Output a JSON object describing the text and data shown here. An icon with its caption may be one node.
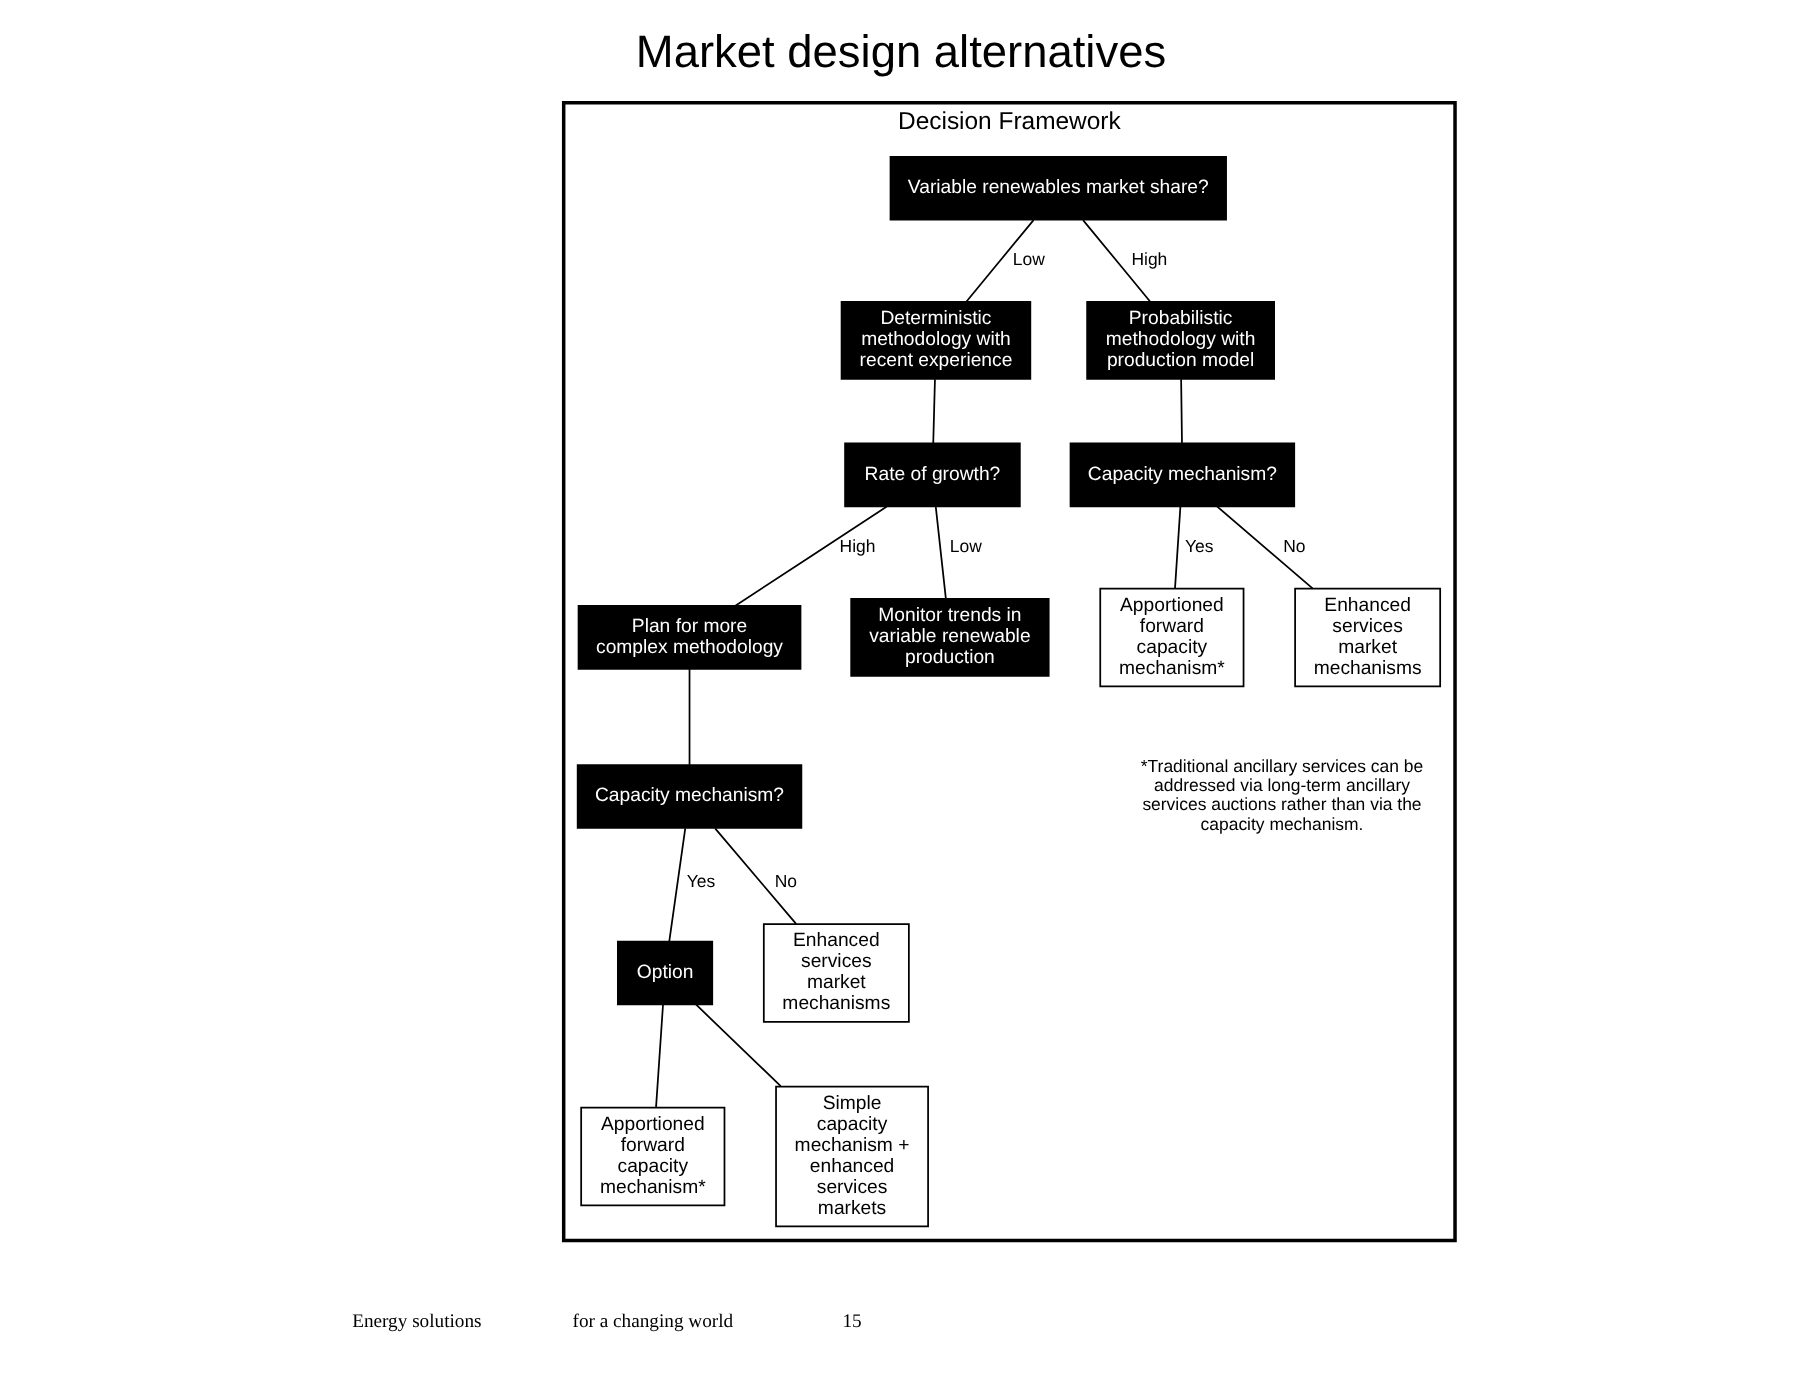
{
  "diagram": {
    "title": "Market design alternatives",
    "nodes": [
      {
        "text": [
          "Decision Framework"
        ]
      },
      {
        "text": [
          "Variable renewables market share?"
        ],
        "in": 0
      },
      {
        "text": [
          "Deterministic methodology with recent experience"
        ],
        "in": 0
      },
      {
        "text": [
          "Probabilistic methodology with production model"
        ],
        "in": 0
      },
      {
        "text": [
          "Rate of growth?"
        ],
        "in": 0
      },
      {
        "text": [
          "Capacity mechanism?"
        ],
        "in": 0
      },
      {
        "text": [
          "Plan for more complex methodology"
        ],
        "in": 0
      },
      {
        "text": [
          "Monitor trends in variable renewable production"
        ],
        "in": 0
      },
      {
        "text": [
          "Apportioned forward capacity mechanism*"
        ],
        "in": 0
      },
      {
        "text": [
          "Enhanced services market mechanisms"
        ],
        "in": 0
      },
      {
        "text": [
          "Capacity mechanism?"
        ],
        "in": 0
      },
      {
        "text": [
          "Option"
        ],
        "in": 0
      },
      {
        "text": [
          "Enhanced services market mechanisms"
        ],
        "in": 0
      },
      {
        "text": [
          "Apportioned forward capacity mechanism*"
        ],
        "in": 0
      },
      {
        "text": [
          "Simple capacity mechanism + enhanced services markets"
        ],
        "in": 0
      }
    ],
    "edges": [
      {
        "from": 1,
        "to": 2,
        "arrow": "none",
        "label": "Low"
      },
      {
        "from": 1,
        "to": 3,
        "arrow": "none",
        "label": "High"
      },
      {
        "from": 2,
        "to": 4,
        "arrow": "none"
      },
      {
        "from": 3,
        "to": 5,
        "arrow": "none"
      },
      {
        "from": 4,
        "to": 6,
        "arrow": "none",
        "label": "High"
      },
      {
        "from": 4,
        "to": 7,
        "arrow": "none",
        "label": "Low"
      },
      {
        "from": 5,
        "to": 8,
        "arrow": "none",
        "label": "Yes"
      },
      {
        "from": 5,
        "to": 9,
        "arrow": "none",
        "label": "No"
      },
      {
        "from": 6,
        "to": 10,
        "arrow": "none"
      },
      {
        "from": 10,
        "to": 11,
        "arrow": "none",
        "label": "Yes"
      },
      {
        "from": 10,
        "to": 12,
        "arrow": "none",
        "label": "No"
      },
      {
        "from": 11,
        "to": 13,
        "arrow": "none"
      },
      {
        "from": 11,
        "to": 14,
        "arrow": "none"
      }
    ],
    "labels": [
      "*Traditional ancillary services can be addressed via long-term ancillary services auctions rather than via the capacity mechanism.",
      "Energy solutions",
      "for a changing world",
      "15"
    ]
  }
}
